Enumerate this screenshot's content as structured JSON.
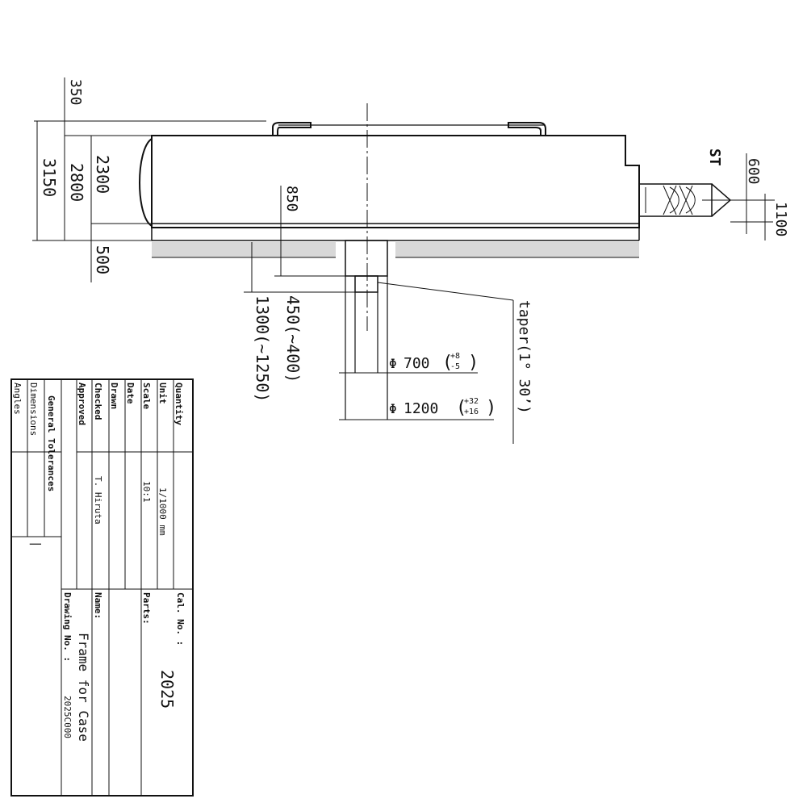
{
  "dimensions": {
    "d350": "350",
    "d3150": "3150",
    "d2800": "2800",
    "d2300": "2300",
    "d500": "500",
    "d850": "850",
    "d450": "450(~400)",
    "d1300": "1300(~1250)",
    "d600": "600",
    "d1100": "1100",
    "st": "ST",
    "taper": "taper(1° 30’)",
    "dia700": {
      "sym": "Φ",
      "value": "700",
      "tol_upper": "+8",
      "tol_lower": "-5"
    },
    "dia1200": {
      "sym": "Φ",
      "value": "1200",
      "tol_upper": "+32",
      "tol_lower": "+16"
    }
  },
  "title_block": {
    "labels": {
      "angles": "Angles",
      "dimensions": "Dimensions",
      "general_tolerances": "General Tolerances",
      "approved": "Approved",
      "checked": "Checked",
      "drawn": "Drawn",
      "date": "Date",
      "scale": "Scale",
      "unit": "Unit",
      "quantity": "Quantity",
      "cal_no": "Cal. No. :",
      "parts": "Parts:",
      "name": "Name:",
      "drawing_no": "Drawing No. :"
    },
    "values": {
      "checked": "T. Hiruta",
      "scale": "10:1",
      "unit": "1/1000 mm",
      "cal_no": "2025",
      "name": "Frame for Case",
      "drawing_no": "2025C000",
      "tolerance_mark": "|"
    }
  }
}
